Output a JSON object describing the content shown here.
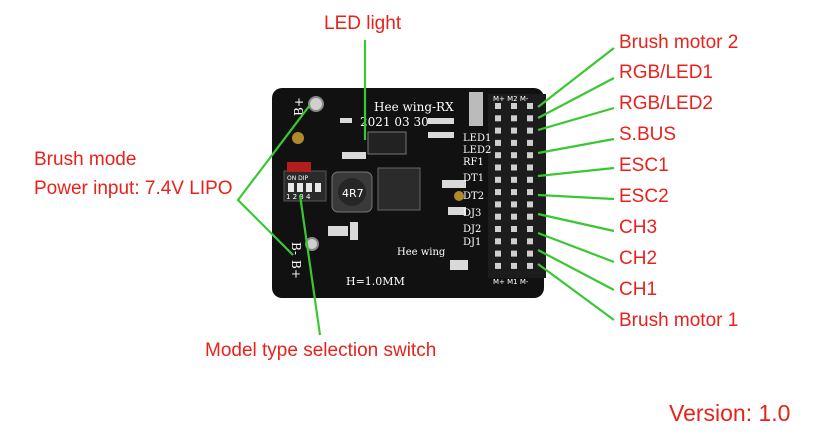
{
  "labels": {
    "led_light": "LED light",
    "brush_mode": "Brush mode",
    "power_input": "Power input: 7.4V LIPO",
    "model_switch": "Model type selection switch",
    "brush_motor_2": "Brush motor 2",
    "rgb_led1": "RGB/LED1",
    "rgb_led2": "RGB/LED2",
    "sbus": "S.BUS",
    "esc1": "ESC1",
    "esc2": "ESC2",
    "ch3": "CH3",
    "ch2": "CH2",
    "ch1": "CH1",
    "brush_motor_1": "Brush motor 1"
  },
  "version": "Version: 1.0",
  "board": {
    "name": "Hee wing-RX",
    "date": "2021 03 30",
    "logo_text": "Hee wing",
    "height_note": "H=1.0MM",
    "b_plus": "B+",
    "b_minus": "B-",
    "dip_numbers": "1 2 3 4",
    "dip_on": "ON DIP",
    "inductor": "4R7",
    "pin_labels": [
      "LED1",
      "LED2",
      "RF1",
      "DT1",
      "DT2",
      "DJ3",
      "DJ2",
      "DJ1"
    ],
    "top_header": "M+ M2 M-",
    "bottom_header": "M+ M1 M-"
  },
  "colors": {
    "label": "#e8221b",
    "leader_line": "#3ac832",
    "pcb": "#111111"
  }
}
